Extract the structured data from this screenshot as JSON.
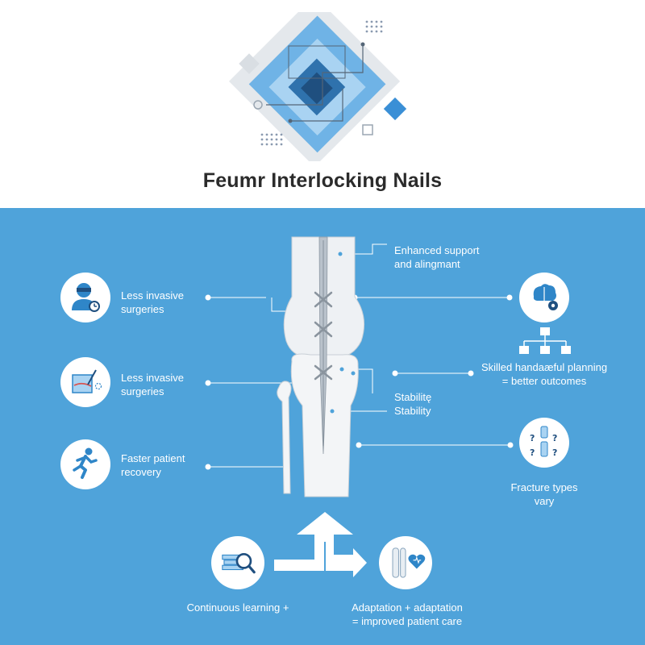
{
  "title": "Feumr Interlocking Nails",
  "labels": {
    "enhanced": [
      "Enhanced support",
      "and alingmant"
    ],
    "left1": [
      "Less invasive",
      "surgeries"
    ],
    "left2": [
      "Less invasive",
      "surgeries"
    ],
    "left3": [
      "Faster patient",
      "recovery"
    ],
    "planning": [
      "Skilled handaæful planning",
      "= better outcomes"
    ],
    "stability": [
      "Stabilitę",
      "Stability"
    ],
    "fracture": [
      "Fracture types",
      "vary"
    ],
    "learning": [
      "Continuous learning +"
    ],
    "adaptation": [
      "Adaptation + adaptation",
      "= improved patient care"
    ]
  },
  "colors": {
    "panel": "#4fa3da",
    "accent_dark": "#1f5f97",
    "accent_light": "#a9d3f2",
    "icon_blue": "#2f86c8"
  },
  "icons": [
    "surgeon-icon",
    "incision-icon",
    "runner-icon",
    "brain-gear-icon",
    "flowchart-icon",
    "fracture-types-icon",
    "learning-icon",
    "bone-heart-icon",
    "branch-arrow-icon"
  ]
}
